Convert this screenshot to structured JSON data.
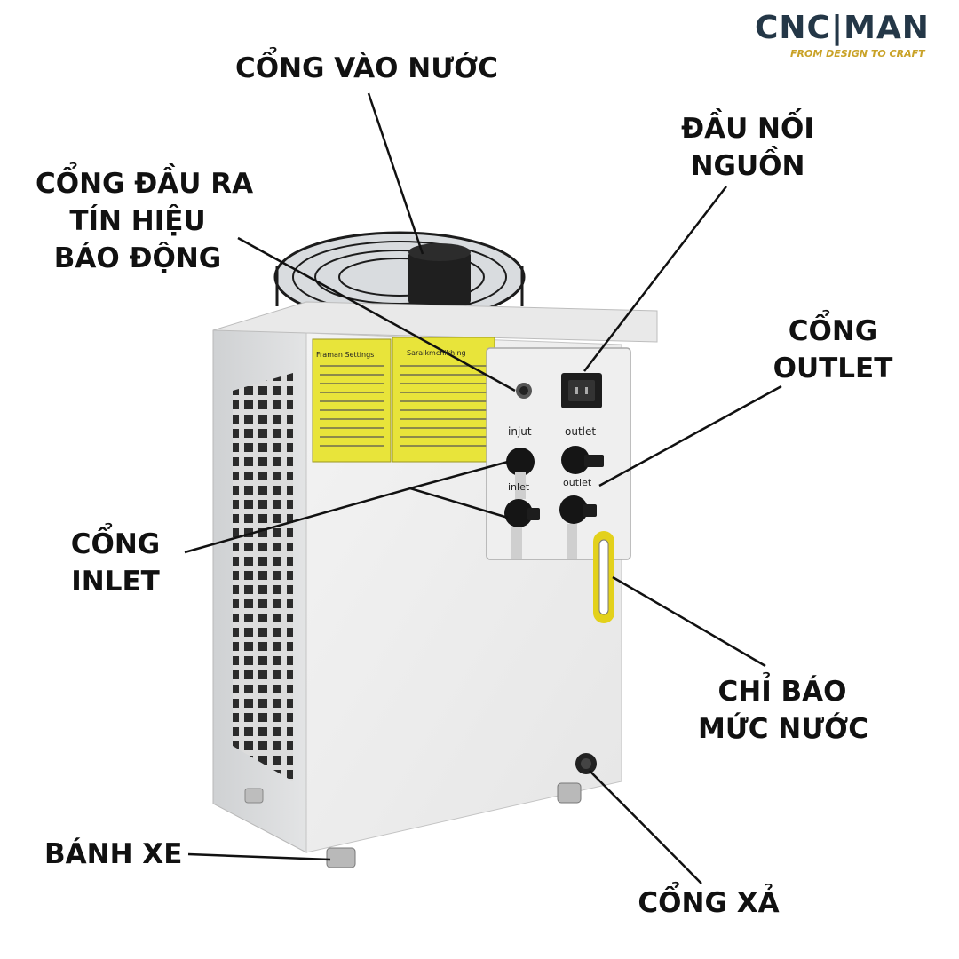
{
  "brand": {
    "name": "CNC|MAN",
    "tagline": "FROM DESIGN TO CRAFT",
    "name_color": "#243747",
    "tagline_color": "#c9a227"
  },
  "labels": {
    "water_inlet": [
      "CỔNG VÀO NƯỚC"
    ],
    "alarm_output": [
      "CỔNG ĐẦU RA",
      "TÍN HIỆU",
      "BÁO ĐỘNG"
    ],
    "power_connector": [
      "ĐẦU NỐI",
      "NGUỒN"
    ],
    "outlet_port": [
      "CỔNG",
      "OUTLET"
    ],
    "inlet_port": [
      "CỔNG",
      "INLET"
    ],
    "water_level": [
      "CHỈ BÁO",
      "MỨC NƯỚC"
    ],
    "wheels": [
      "BÁNH XE"
    ],
    "drain_port": [
      "CỔNG XẢ"
    ]
  },
  "panel": {
    "port_label_left": "injut",
    "port_label_right": "outlet",
    "port_label_inlet": "inlet",
    "port_label_outlet": "outlet"
  },
  "warning_stickers": {
    "left_title": "Framan Settings",
    "right_title": "Saraikmchikhing"
  },
  "icons": {
    "fan": "fan-guard-icon",
    "power": "power-socket-icon",
    "level": "level-gauge-icon",
    "drain": "drain-valve-icon",
    "wheel": "caster-wheel-icon"
  },
  "colors": {
    "label_text": "#111111",
    "body": "#ededed",
    "sticker": "#e8e43a",
    "leader_line": "#111111"
  }
}
